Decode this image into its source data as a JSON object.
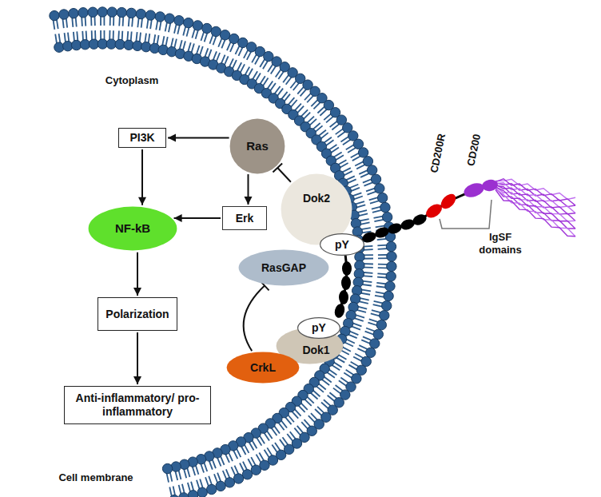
{
  "diagram": {
    "nodes": [
      {
        "text": [
          "PI3K"
        ]
      },
      {
        "text": [
          "Ras"
        ]
      },
      {
        "text": [
          "NF-kB"
        ]
      },
      {
        "text": [
          "Erk"
        ]
      },
      {
        "text": [
          "Dok2"
        ]
      },
      {
        "text": [
          "pY"
        ]
      },
      {
        "text": [
          "RasGAP"
        ]
      },
      {
        "text": [
          "Polarization"
        ]
      },
      {
        "text": [
          "pY"
        ]
      },
      {
        "text": [
          "Dok1"
        ]
      },
      {
        "text": [
          "CrkL"
        ]
      },
      {
        "text": [
          "Anti-inflammatory/ pro-inflammatory"
        ]
      }
    ],
    "edges": [
      {
        "from": 1,
        "to": 0,
        "arrow": "to"
      },
      {
        "from": 0,
        "to": 2,
        "arrow": "to"
      },
      {
        "from": 1,
        "to": 3,
        "arrow": "to"
      },
      {
        "from": 3,
        "to": 2,
        "arrow": "to"
      },
      {
        "from": 2,
        "to": 7,
        "arrow": "to"
      },
      {
        "from": 7,
        "to": 11,
        "arrow": "to"
      },
      {
        "from": 4,
        "to": 1,
        "arrow": "to"
      },
      {
        "from": 10,
        "to": 6,
        "arrow": "to"
      }
    ],
    "labels": [
      "Cytoplasm",
      "Cell membrane",
      "CD200R",
      "CD200",
      "IgSF domains"
    ]
  }
}
